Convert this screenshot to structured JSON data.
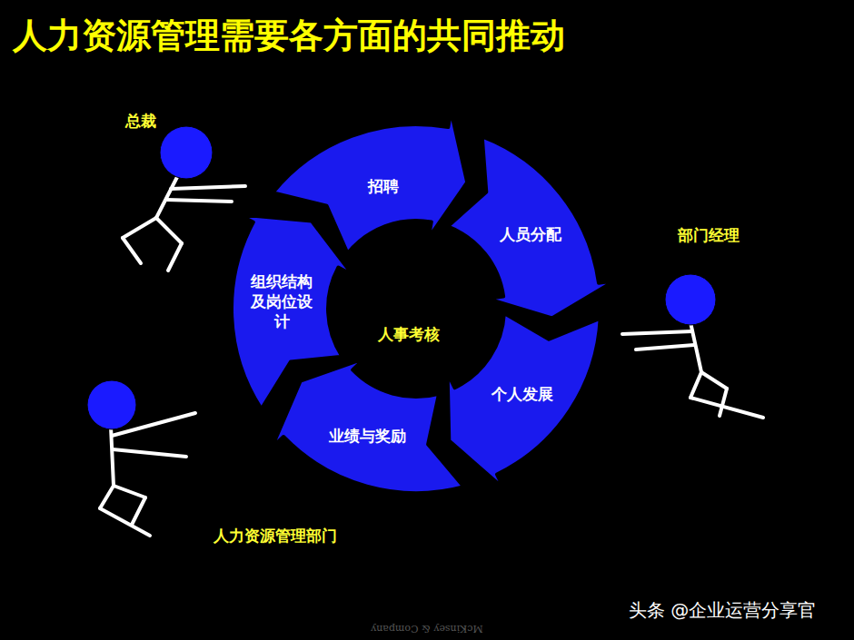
{
  "diagram": {
    "title": "人力资源管理需要各方面的共同推动",
    "nodes": [
      {
        "text": [
          "招聘"
        ]
      },
      {
        "text": [
          "人员分配"
        ]
      },
      {
        "text": [
          "个人发展"
        ]
      },
      {
        "text": [
          "业绩与奖励"
        ]
      },
      {
        "text": [
          "组织结构及岗位设计"
        ]
      }
    ],
    "labels": [
      "人事考核",
      "总裁",
      "部门经理",
      "人力资源管理部门",
      "McKinsey & Company",
      "头条 @企业运营分享官"
    ]
  }
}
